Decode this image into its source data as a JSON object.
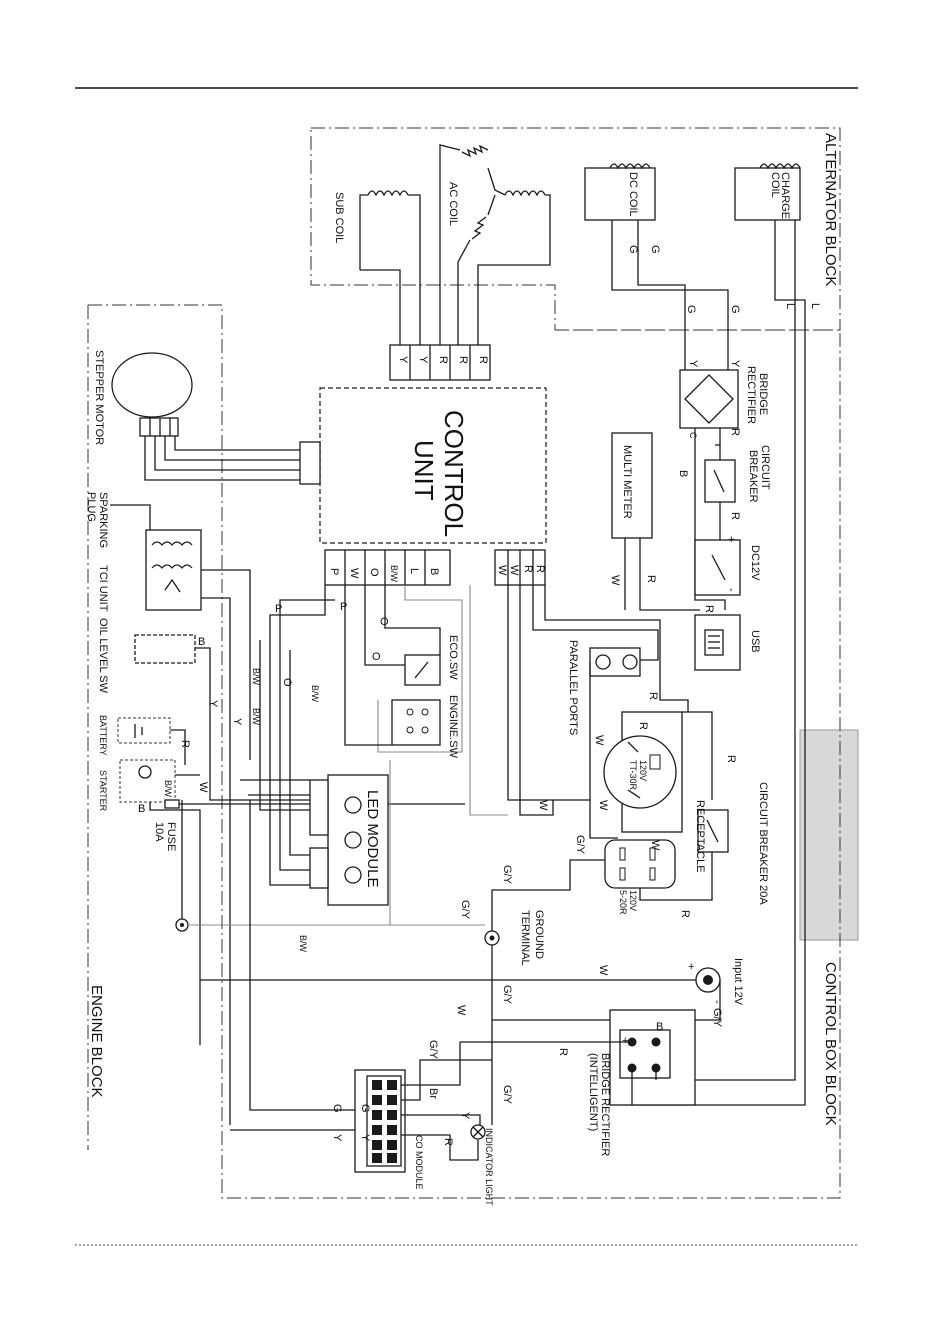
{
  "blocks": {
    "alternator": "ALTERNATOR BLOCK",
    "control_box": "CONTROL BOX BLOCK",
    "engine": "ENGINE BLOCK"
  },
  "components": {
    "sub_coil": "SUB COIL",
    "ac_coil": "AC COIL",
    "dc_coil": "DC COIL",
    "charge_coil": "CHARGE COIL",
    "control_unit_1": "CONTROL",
    "control_unit_2": "UNIT",
    "bridge_rectifier": "BRIDGE RECTIFIER",
    "circuit_breaker": "CIRCUIT BREAKER",
    "multi_meter": "MULTI METER",
    "dc12v": "DC12V",
    "usb": "USB",
    "parallel_ports": "PARALLEL PORTS",
    "circuit_breaker_20a": "CIRCUIT BREAKER 20A",
    "receptacle": "RECEPTACLE",
    "receptacle_rating_a_1": "120V",
    "receptacle_rating_a_2": "TT-30R",
    "receptacle_rating_b_1": "120V",
    "receptacle_rating_b_2": "5-20R",
    "ground_terminal_1": "GROUND",
    "ground_terminal_2": "TERMINAL",
    "input_12v": "Input 12V",
    "bridge_rectifier_intelligent_1": "BRIDGE RECTIFIER",
    "bridge_rectifier_intelligent_2": "(INTELLIGENT)",
    "co_module": "CO MODULE",
    "indicator_light": "INDICATOR LIGHT",
    "led_module": "LED MODULE",
    "eco_sw": "ECO.SW",
    "engine_sw": "ENGINE.SW",
    "stepper_motor": "STEPPER MOTOR",
    "sparking_plug_1": "SPARKING",
    "sparking_plug_2": "PLUG",
    "tci_unit": "TCI UNIT",
    "oil_level_sw": "OIL LEVEL SW",
    "battery": "BATTERY",
    "starter": "STARTER",
    "fuse": "FUSE",
    "fuse_rating": "10A"
  },
  "wire_labels": {
    "G": "G",
    "Y": "Y",
    "R": "R",
    "L": "L",
    "B": "B",
    "W": "W",
    "P": "P",
    "O": "O",
    "BW": "B/W",
    "GY": "G/Y",
    "Br": "Br",
    "C": "C",
    "plus": "+",
    "minus": "-"
  },
  "colors": {
    "line": "#1a1a1a",
    "light_wire": "#888888",
    "tab": "#d9d9d9"
  }
}
